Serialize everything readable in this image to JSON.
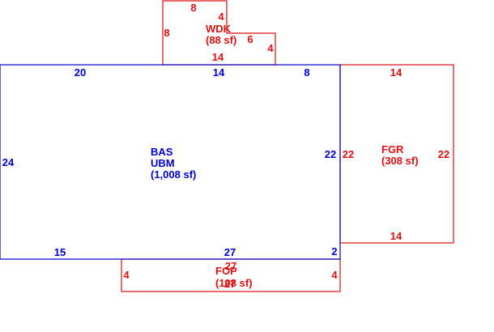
{
  "colors": {
    "primary": "#0000cc",
    "secondary": "#dd1111",
    "background": "#ffffff"
  },
  "areas": {
    "bas": {
      "codes": [
        "BAS",
        "UBM"
      ],
      "area": "(1,008 sf)"
    },
    "wdk": {
      "code": "WDK",
      "area": "(88 sf)"
    },
    "fgr": {
      "code": "FGR",
      "area": "(308 sf)"
    },
    "fop": {
      "code": "FOP",
      "area": "(108 sf)"
    }
  },
  "dimensions": {
    "bas": {
      "top_left": "20",
      "top_mid": "14",
      "top_right": "8",
      "left": "24",
      "right": "22",
      "bottom_left": "15",
      "bottom_mid": "27",
      "bottom_right": "2"
    },
    "wdk": {
      "top": "8",
      "left": "8",
      "step_down": "4",
      "step_top": "6",
      "right": "4",
      "bottom": "14"
    },
    "fgr": {
      "top": "14",
      "left": "22",
      "right": "22",
      "bottom": "14"
    },
    "fop": {
      "top": "27",
      "left": "4",
      "right": "4",
      "bottom": "27"
    }
  }
}
